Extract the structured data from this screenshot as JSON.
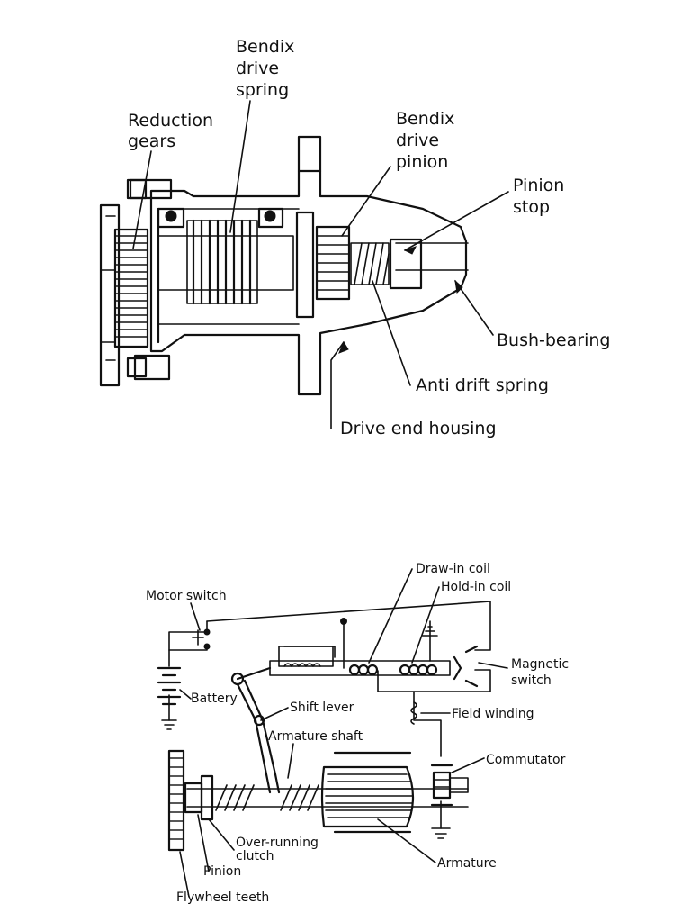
{
  "figure1": {
    "labels": {
      "bendix_spring": [
        "Bendix",
        "drive",
        "spring"
      ],
      "reduction_gears": [
        "Reduction",
        "gears"
      ],
      "bendix_pinion": [
        "Bendix",
        "drive",
        "pinion"
      ],
      "pinion_stop": [
        "Pinion",
        "stop"
      ],
      "bush_bearing": "Bush-bearing",
      "anti_drift": "Anti drift spring",
      "drive_end_housing": "Drive end housing"
    }
  },
  "figure2": {
    "labels": {
      "motor_switch": "Motor switch",
      "draw_in_coil": "Draw-in coil",
      "hold_in_coil": "Hold-in coil",
      "magnetic_switch": [
        "Magnetic",
        "switch"
      ],
      "battery": "Battery",
      "shift_lever": "Shift lever",
      "field_winding": "Field winding",
      "armature_shaft": "Armature shaft",
      "commutator": "Commutator",
      "over_running_clutch": [
        "Over-running",
        "clutch"
      ],
      "pinion": "Pinion",
      "armature": "Armature",
      "flywheel_teeth": "Flywheel teeth"
    }
  }
}
